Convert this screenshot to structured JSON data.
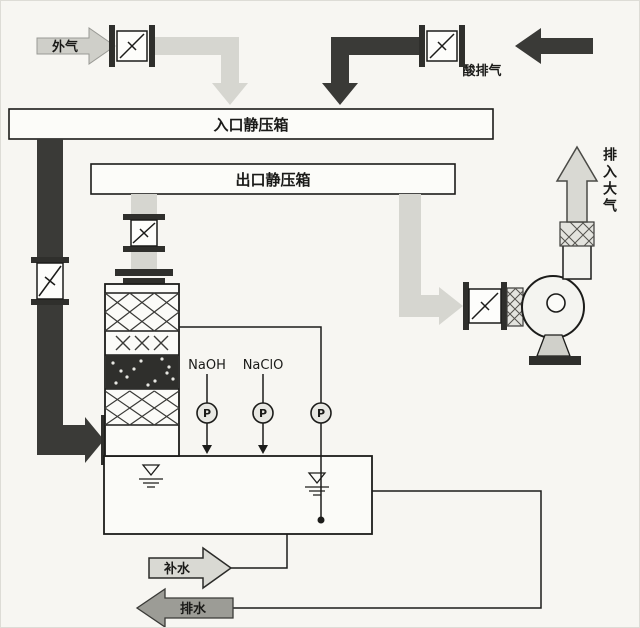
{
  "labels": {
    "outside_air": "外气",
    "acid_exhaust": "酸排气",
    "inlet_plenum": "入口静压箱",
    "outlet_plenum": "出口静压箱",
    "naoh": "NaOH",
    "naclo": "NaClO",
    "pump": "P",
    "makeup_water": "补水",
    "drain_water": "排水",
    "to_atmosphere": "排入大气"
  },
  "colors": {
    "background": "#f7f6f2",
    "fresh_air_flow": "#d6d6d0",
    "acid_flow": "#3a3a37",
    "outline": "#1c1c1a",
    "drain_arrow": "#9c9c96",
    "vessel_fill": "#fbfbf8"
  }
}
